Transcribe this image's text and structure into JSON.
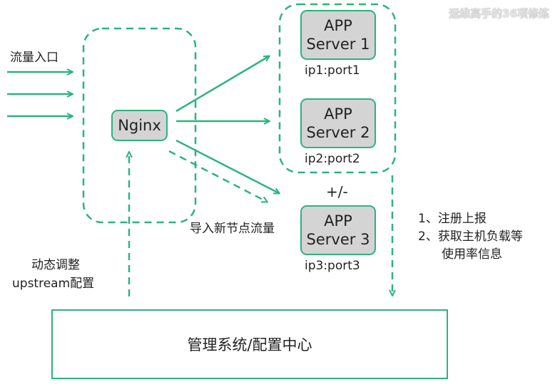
{
  "watermark": "运维高手的36项修炼",
  "colors": {
    "accent": "#2db37f",
    "node_fill": "#d4d4d4"
  },
  "nginx": {
    "label": "Nginx"
  },
  "servers": [
    {
      "line1": "APP",
      "line2": "Server 1",
      "address": "ip1:port1"
    },
    {
      "line1": "APP",
      "line2": "Server 2",
      "address": "ip2:port2"
    },
    {
      "line1": "APP",
      "line2": "Server 3",
      "address": "ip3:port3"
    }
  ],
  "labels": {
    "traffic_entry": "流量入口",
    "new_node_traffic": "导入新节点流量",
    "plus_minus": "+/-",
    "dynamic_adjust_line1": "动态调整",
    "dynamic_adjust_line2": "upstream配置",
    "register_step1": "1、注册上报",
    "register_step2": "2、获取主机负载等",
    "register_step3": "使用率信息"
  },
  "management": {
    "label": "管理系统/配置中心"
  }
}
